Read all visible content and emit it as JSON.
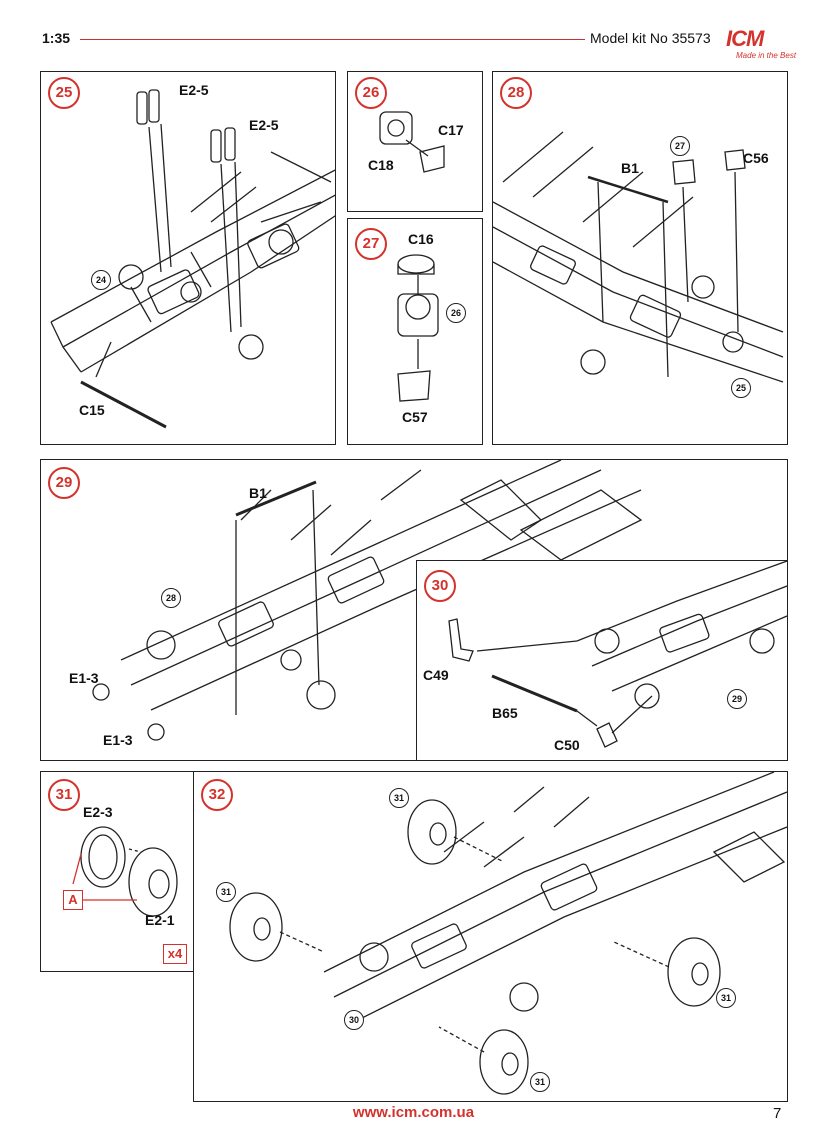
{
  "header": {
    "scale": "1:35",
    "model": "Model kit No 35573",
    "logo_text": "ICM",
    "logo_tagline": "Made in the Best"
  },
  "steps": {
    "s25": {
      "number": "25",
      "parts": [
        "E2-5",
        "E2-5",
        "C15"
      ],
      "refs": [
        "24"
      ]
    },
    "s26": {
      "number": "26",
      "parts": [
        "C17",
        "C18"
      ]
    },
    "s27": {
      "number": "27",
      "parts": [
        "C16",
        "C57"
      ],
      "refs": [
        "26"
      ]
    },
    "s28": {
      "number": "28",
      "parts": [
        "B1",
        "C56"
      ],
      "refs": [
        "27",
        "25"
      ]
    },
    "s29": {
      "number": "29",
      "parts": [
        "B1",
        "E1-3",
        "E1-3"
      ],
      "refs": [
        "28"
      ]
    },
    "s30": {
      "number": "30",
      "parts": [
        "C49",
        "B65",
        "C50"
      ],
      "refs": [
        "29"
      ]
    },
    "s31": {
      "number": "31",
      "parts": [
        "E2-3",
        "E2-1"
      ],
      "marker": "A",
      "quantity": "x4"
    },
    "s32": {
      "number": "32",
      "refs": [
        "31",
        "31",
        "31",
        "31",
        "30"
      ]
    }
  },
  "footer": {
    "url": "www.icm.com.ua",
    "page": "7"
  },
  "colors": {
    "accent": "#d4322c",
    "line": "#222222"
  }
}
